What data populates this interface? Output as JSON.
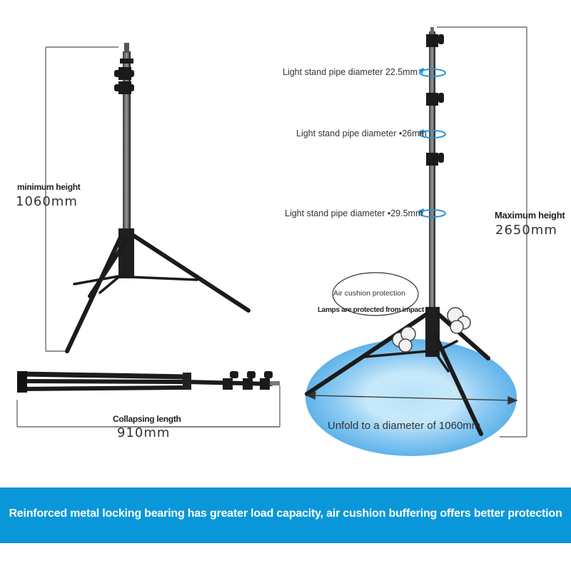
{
  "left_stand": {
    "min_height_label": "minimum height",
    "min_height_value": "1060mm",
    "collapse_label": "Collapsing length",
    "collapse_value": "910mm"
  },
  "right_stand": {
    "pipe_diameters": [
      "Light stand pipe diameter 22.5mm",
      "Light stand pipe diameter •26mm",
      "Light stand pipe diameter •29.5mm"
    ],
    "max_height_label": "Maximum height",
    "max_height_value": "2650mm",
    "air_cushion_title": "Air cushion protection",
    "air_cushion_subtitle": "Lamps are protected from impact",
    "unfold_label": "Unfold to a diameter of 1060mm"
  },
  "banner": {
    "text": "Reinforced metal locking bearing has greater load capacity, air cushion buffering offers better protection",
    "color": "#0a97d9"
  },
  "colors": {
    "stand": "#1c1c1c",
    "dimension_line": "#555555",
    "disc": "#7cc4f0",
    "arrow": "#2a8fd6"
  },
  "icons": [
    "rotation-arrow-icon",
    "air-puff-icon"
  ]
}
